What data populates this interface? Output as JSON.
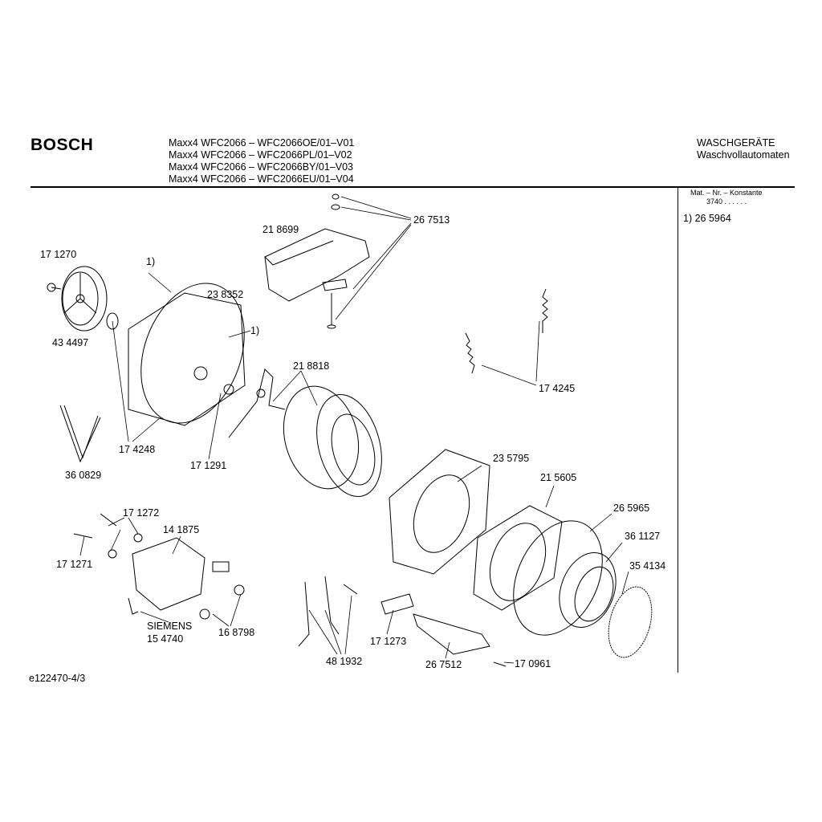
{
  "header": {
    "brand": "BOSCH",
    "models": [
      "Maxx4 WFC2066 – WFC2066OE/01–V01",
      "Maxx4 WFC2066 – WFC2066PL/01–V02",
      "Maxx4 WFC2066 – WFC2066BY/01–V03",
      "Maxx4 WFC2066 – WFC2066EU/01–V04"
    ],
    "category": "WASCHGERÄTE",
    "subcategory": "Waschvollautomaten"
  },
  "sidebar": {
    "mat_label": "Mat. – Nr. – Konstante",
    "mat_value": "3740  . .   . . . .",
    "note": "1) 26 5964"
  },
  "parts": {
    "p267513": "26 7513",
    "p218699": "21 8699",
    "p171270": "17 1270",
    "note1a": "1)",
    "note1b": "1)",
    "p238352": "23 8352",
    "p434497": "43 4497",
    "p218818": "21 8818",
    "p174245": "17 4245",
    "p174248": "17 4248",
    "p171291": "17 1291",
    "p360829": "36 0829",
    "p235795": "23 5795",
    "p215605": "21 5605",
    "p265965": "26 5965",
    "p171272": "17 1272",
    "p141875": "14 1875",
    "p361127": "36 1127",
    "p171271": "17 1271",
    "p354134": "35 4134",
    "siemens": "SIEMENS",
    "p154740": "15 4740",
    "p168798": "16 8798",
    "p171273": "17 1273",
    "p481932": "48 1932",
    "p267512": "26 7512",
    "p170961": "17 0961"
  },
  "footer": {
    "drawing_id": "e122470-4/3"
  }
}
